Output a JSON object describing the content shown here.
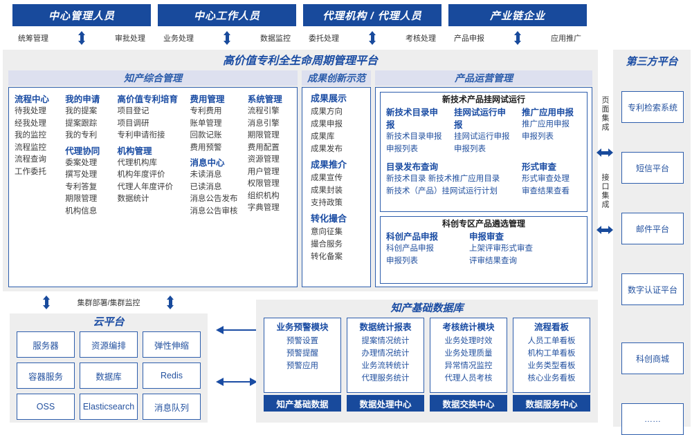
{
  "roles": [
    {
      "title": "中心管理人员",
      "left": "统筹管理",
      "right": "审批处理"
    },
    {
      "title": "中心工作人员",
      "left": "业务处理",
      "right": "数据监控"
    },
    {
      "title": "代理机构 / 代理人员",
      "left": "委托处理",
      "right": "考核处理"
    },
    {
      "title": "产业链企业",
      "left": "产品申报",
      "right": "应用推广"
    }
  ],
  "platform": {
    "title": "高价值专利全生命周期管理平台",
    "groupA": {
      "title": "知产综合管理",
      "columns": [
        {
          "blocks": [
            {
              "head": "流程中心",
              "items": [
                "待我处理",
                "经我处理",
                "我的监控",
                "流程监控",
                "流程查询",
                "工作委托"
              ]
            }
          ]
        },
        {
          "blocks": [
            {
              "head": "我的申请",
              "items": [
                "我的提案",
                "提案跟踪",
                "我的专利"
              ]
            },
            {
              "head": "代理协同",
              "items": [
                "委案处理",
                "撰写处理",
                "专利答复",
                "期限管理",
                "机构信息"
              ]
            }
          ]
        },
        {
          "blocks": [
            {
              "head": "高价值专利培育",
              "items": [
                "项目登记",
                "项目调研",
                "专利申请衔接"
              ]
            },
            {
              "head": "机构管理",
              "items": [
                "代理机构库",
                "机构年度评价",
                "代理人年度评价",
                "数据统计"
              ]
            }
          ]
        },
        {
          "blocks": [
            {
              "head": "费用管理",
              "items": [
                "专利费用",
                "账单管理",
                "回款记账",
                "费用预警"
              ]
            },
            {
              "head": "消息中心",
              "items": [
                "未读消息",
                "已读消息",
                "消息公告发布",
                "消息公告审核"
              ]
            }
          ]
        },
        {
          "blocks": [
            {
              "head": "系统管理",
              "items": [
                "流程引擎",
                "消息引擎",
                "期限管理",
                "费用配置",
                "资源管理",
                "用户管理",
                "权限管理",
                "组织机构",
                "字典管理"
              ]
            }
          ]
        }
      ]
    },
    "groupB": {
      "title": "成果创新示范",
      "blocks": [
        {
          "head": "成果展示",
          "items": [
            "成果方向",
            "成果申报",
            "成果库",
            "成果发布"
          ]
        },
        {
          "head": "成果推介",
          "items": [
            "成果宣传",
            "成果封装",
            "支持政策"
          ]
        },
        {
          "head": "转化撮合",
          "items": [
            "意向征集",
            "撮合服务",
            "转化备案"
          ]
        }
      ]
    },
    "groupC": {
      "title": "产品运营管理",
      "box1": {
        "title": "新技术产品挂网试运行",
        "row1": [
          {
            "head": "新技术目录申报",
            "items": [
              "新技术目录申报",
              "申报列表"
            ]
          },
          {
            "head": "挂网试运行申报",
            "items": [
              "挂网试运行申报",
              "申报列表"
            ]
          },
          {
            "head": "推广应用申报",
            "items": [
              "推广应用申报",
              "申报列表"
            ]
          }
        ],
        "row2": [
          {
            "head": "目录发布查询",
            "items": [
              "新技术目录    新技术推广应用目录",
              "新技术（产品）挂网试运行计划"
            ]
          },
          {
            "head": "形式审查",
            "items": [
              "形式审查处理",
              "审查结果查看"
            ]
          }
        ]
      },
      "box2": {
        "title": "科创专区产品遴选管理",
        "cols": [
          {
            "head": "科创产品申报",
            "items": [
              "科创产品申报",
              "申报列表"
            ]
          },
          {
            "head": "申报审查",
            "items": [
              "上架评审形式审查",
              "评审结果查询"
            ]
          }
        ]
      }
    }
  },
  "integration": {
    "page": "页面集成",
    "api": "接口集成"
  },
  "third_party": {
    "title": "第三方平台",
    "items": [
      "专利检索系统",
      "短信平台",
      "邮件平台",
      "数字认证平台",
      "科创商城",
      "……"
    ]
  },
  "cloud": {
    "cluster_label": "集群部署/集群监控",
    "title": "云平台",
    "cells": [
      "服务器",
      "资源编排",
      "弹性伸缩",
      "容器服务",
      "数据库",
      "Redis",
      "OSS",
      "Elasticsearch",
      "消息队列"
    ]
  },
  "database": {
    "title": "知产基础数据库",
    "columns": [
      {
        "head": "业务预警模块",
        "items": [
          "预警设置",
          "预警提醒",
          "预警应用"
        ],
        "foot": "知产基础数据"
      },
      {
        "head": "数据统计报表",
        "items": [
          "提案情况统计",
          "办理情况统计",
          "业务流转统计",
          "代理服务统计"
        ],
        "foot": "数据处理中心"
      },
      {
        "head": "考核统计模块",
        "items": [
          "业务处理时效",
          "业务处理质量",
          "异常情况监控",
          "代理人员考核"
        ],
        "foot": "数据交换中心"
      },
      {
        "head": "流程看板",
        "items": [
          "人员工单看板",
          "机构工单看板",
          "业务类型看板",
          "核心业务看板"
        ],
        "foot": "数据服务中心"
      }
    ]
  },
  "colors": {
    "brand": "#184a9c",
    "accent": "#1a4ca3",
    "section_bg": "#dde0ef",
    "panel_bg": "#eeeeee"
  }
}
